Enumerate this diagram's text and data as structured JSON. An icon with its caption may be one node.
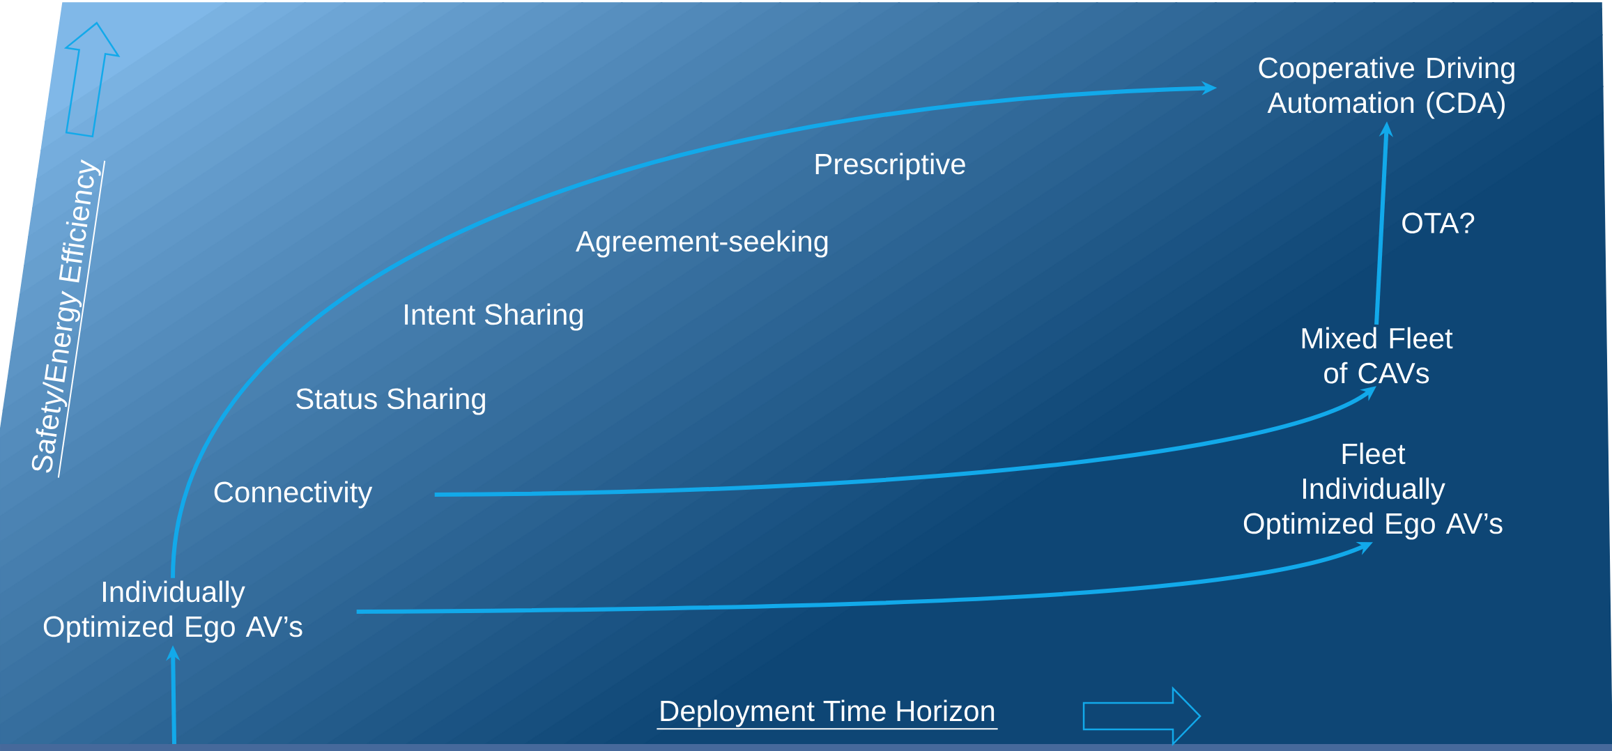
{
  "diagram": {
    "nodes": [
      {
        "text": [
          "Cooperative Driving Automation (CDA)"
        ]
      },
      {
        "text": [
          "Mixed Fleet of CAVs"
        ]
      },
      {
        "text": [
          "Connectivity"
        ]
      },
      {
        "text": [
          "Fleet",
          "Individually Optimized Ego AV’s"
        ]
      },
      {
        "text": [
          "Individually Optimized Ego AV’s"
        ]
      }
    ],
    "edges": [
      {
        "from": null,
        "to": 4,
        "arrow": "to"
      },
      {
        "from": 4,
        "to": 3,
        "arrow": "to"
      },
      {
        "from": 2,
        "to": 1,
        "arrow": "to"
      },
      {
        "from": 4,
        "to": 0,
        "arrow": "to"
      },
      {
        "from": 1,
        "to": 0,
        "arrow": "to",
        "label": "OTA?"
      }
    ],
    "labels": [
      "Safety/Energy Efficiency",
      "Prescriptive",
      "Agreement-seeking",
      "Intent Sharing",
      "Status Sharing",
      "Deployment Time Horizon"
    ]
  }
}
